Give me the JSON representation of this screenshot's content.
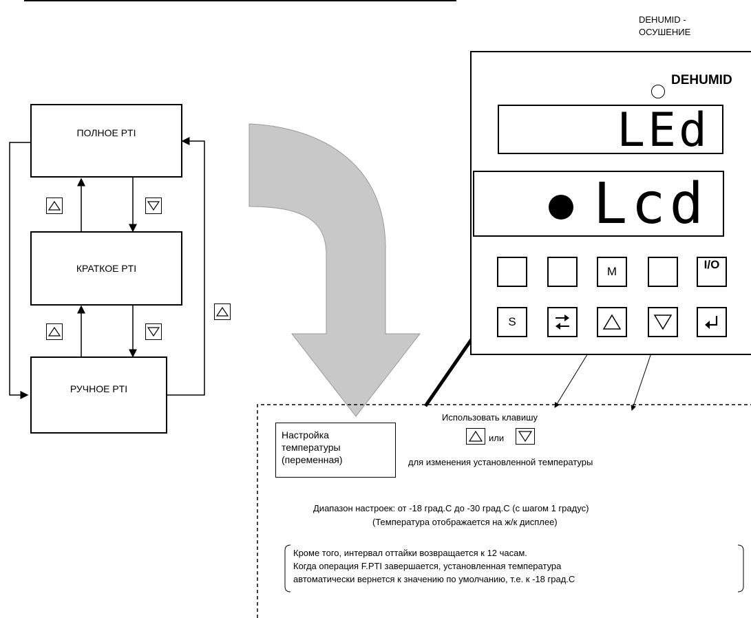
{
  "top_rule": true,
  "header": {
    "mode_label_line1": "DEHUMID -",
    "mode_label_line2": "ОСУШЕНИЕ"
  },
  "flow": {
    "full_pti": "ПОЛНОЕ PTI",
    "short_pti": "КРАТКОЕ PTI",
    "manual_pti": "РУЧНОЕ PTI"
  },
  "panel": {
    "indicator_label": "DEHUMID",
    "upper_display": "LEd",
    "lower_display": "Lcd",
    "keys_row1": [
      "",
      "",
      "M",
      "",
      "I/O"
    ],
    "keys_row2": [
      "S",
      "swap-arrows-icon",
      "up-triangle-icon",
      "down-triangle-icon",
      "enter-icon"
    ]
  },
  "note": {
    "setting_box_line1": "Настройка",
    "setting_box_line2": "температуры",
    "setting_box_line3": "(переменная)",
    "use_key": "Использовать клавишу",
    "or": "или",
    "for_change": "для изменения установленной температуры",
    "range_line1": "Диапазон настроек: от -18 град.С до -30 град.С (с шагом 1 градус)",
    "range_line2": "(Температура отображается на ж/к дисплее)",
    "extra_line1": "Кроме того, интервал оттайки возвращается к 12 часам.",
    "extra_line2": "Когда операция F.PTI завершается, установленная температура",
    "extra_line3": "автоматически вернется к значению по умолчанию, т.е. к -18 град.С"
  },
  "colors": {
    "big_arrow_fill": "#c8c8c8",
    "line": "#000000"
  }
}
